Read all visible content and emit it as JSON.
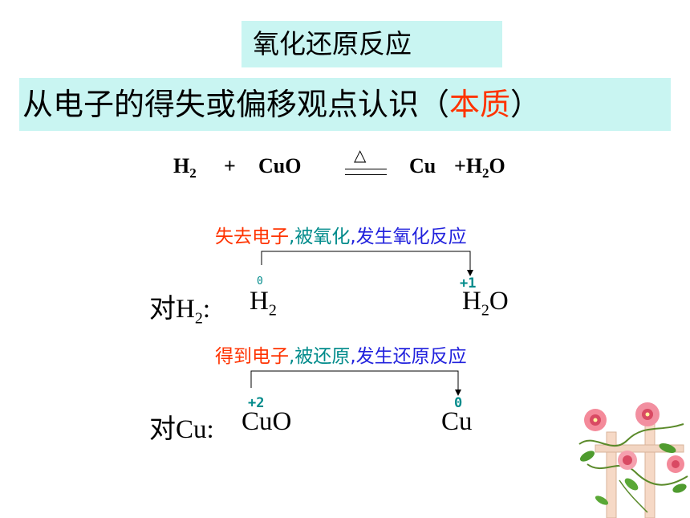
{
  "title": "氧化还原反应",
  "subtitle": {
    "main": "从电子的得失或偏移观点认识（",
    "highlight": "本质",
    "close": "）"
  },
  "equation": {
    "h": "H",
    "h_sub": "2",
    "plus1": "+",
    "cuo": "CuO",
    "condition": "△",
    "cu": "Cu",
    "plus2": "+H",
    "h2o_sub": "2",
    "o": "O"
  },
  "oxidation": {
    "part1": "失去电子",
    "sep1": ",",
    "part2": "被氧化",
    "sep2": ",",
    "part3": "发生氧化反应"
  },
  "reduction": {
    "part1": "得到电子",
    "sep1": ",",
    "part2": "被还原",
    "sep2": ",",
    "part3": "发生还原反应"
  },
  "row_h2": {
    "label_prefix": "对H",
    "label_sub": "2",
    "label_colon": ":",
    "left_formula": "H",
    "left_sub": "2",
    "left_ox": "0",
    "right_formula": "H",
    "right_sub": "2",
    "right_o": "O",
    "right_ox": "+1"
  },
  "row_cu": {
    "label": "对Cu:",
    "left_formula": "CuO",
    "left_ox": "+2",
    "right_formula": "Cu",
    "right_ox": "0"
  },
  "colors": {
    "highlight_box": "#c9f5f2",
    "red": "#ff3300",
    "teal": "#008b8b",
    "blue": "#2222dd"
  }
}
